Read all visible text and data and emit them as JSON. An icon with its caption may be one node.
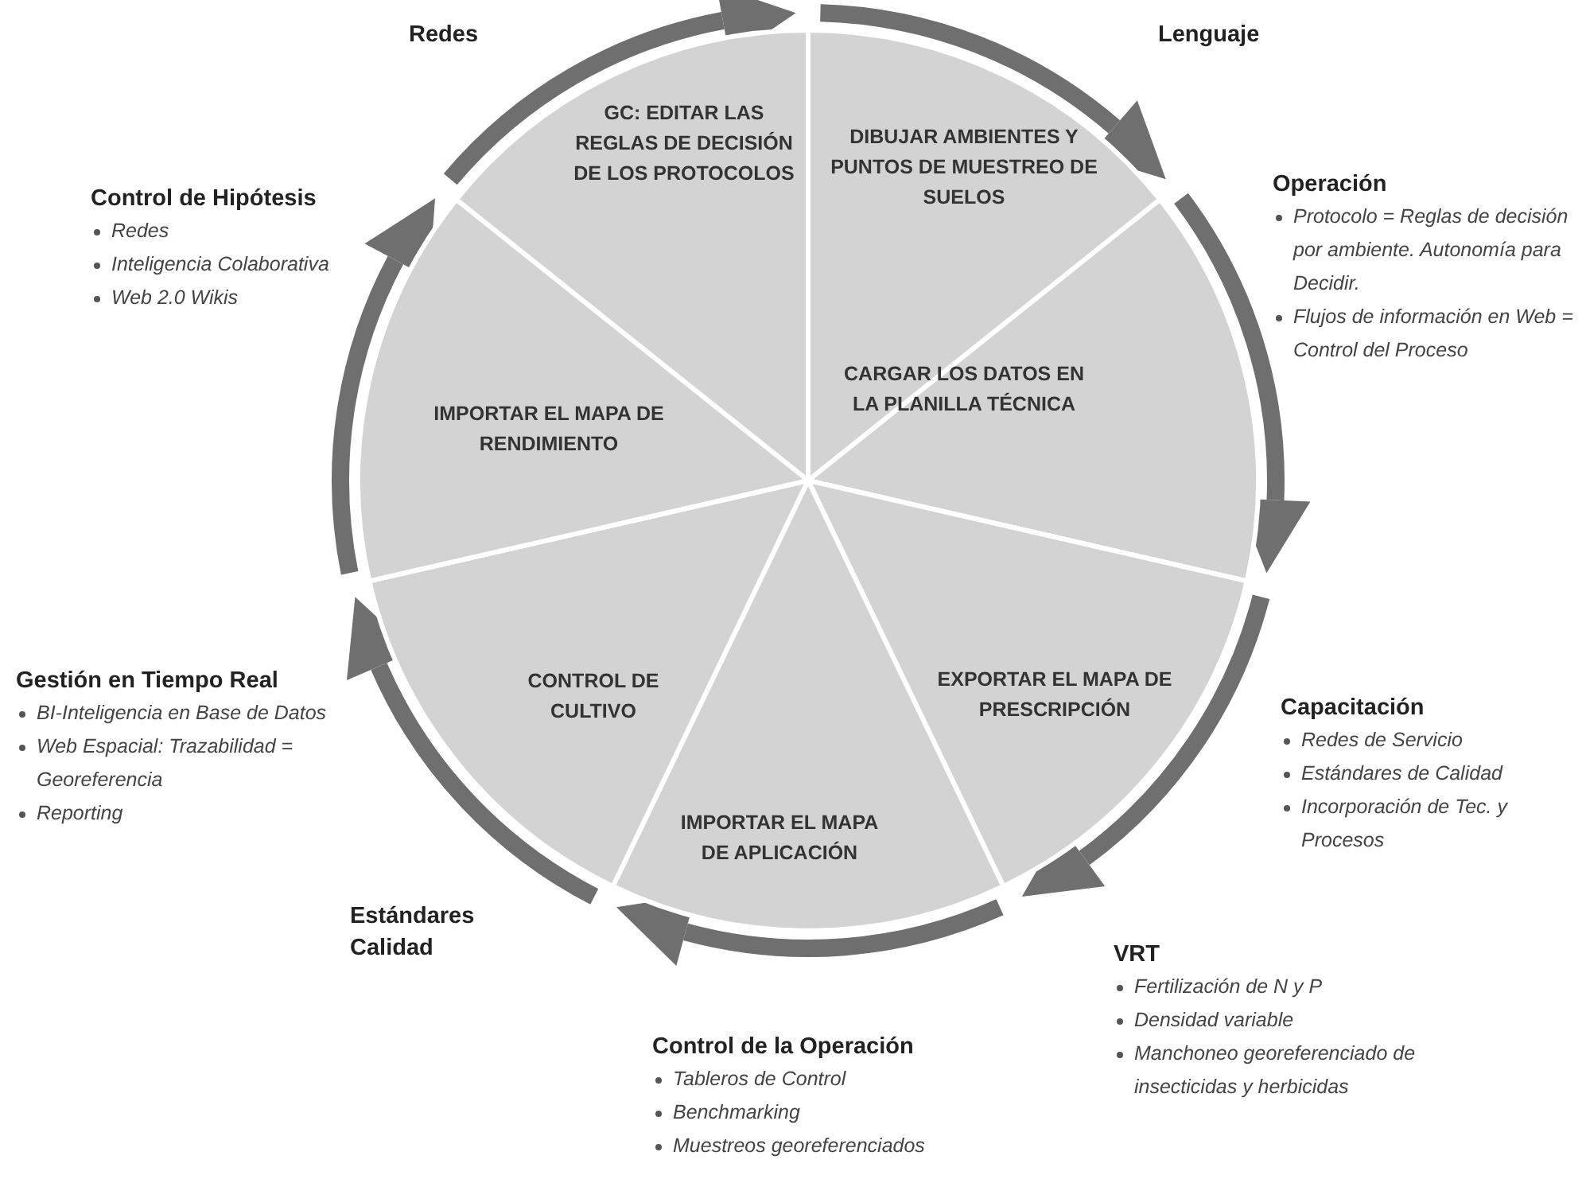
{
  "diagram": {
    "nodes": [
      {
        "text": [
          "GC: EDITAR LAS REGLAS DE DECISIÓN DE LOS PROTOCOLOS"
        ]
      },
      {
        "text": [
          "DIBUJAR AMBIENTES Y PUNTOS DE MUESTREO DE SUELOS"
        ]
      },
      {
        "text": [
          "CARGAR LOS DATOS EN LA PLANILLA TÉCNICA"
        ]
      },
      {
        "text": [
          "EXPORTAR EL MAPA DE PRESCRIPCIÓN"
        ]
      },
      {
        "text": [
          "IMPORTAR EL MAPA DE APLICACIÓN"
        ]
      },
      {
        "text": [
          "CONTROL DE CULTIVO"
        ]
      },
      {
        "text": [
          "IMPORTAR EL MAPA DE RENDIMIENTO"
        ]
      }
    ],
    "labels": [
      "Redes",
      "Lenguaje",
      "Control de Hipótesis",
      "Redes",
      "Inteligencia Colaborativa",
      "Web 2.0 Wikis",
      "Operación",
      "Protocolo = Reglas de decisión por ambiente. Autonomía para Decidir.",
      "Flujos de información en Web = Control del Proceso",
      "Gestión en Tiempo Real",
      "BI-Inteligencia en Base de Datos",
      "Web Espacial: Trazabilidad = Georeferencia",
      "Reporting",
      "Capacitación",
      "Redes de Servicio",
      "Estándares de Calidad",
      "Incorporación de Tec. y Procesos",
      "Estándares Calidad",
      "VRT",
      "Fertilización de N y P",
      "Densidad variable",
      "Manchoneo georeferenciado de insecticidas y herbicidas",
      "Control de la Operación",
      "Tableros de Control",
      "Benchmarking",
      "Muestreos georeferenciados"
    ]
  }
}
